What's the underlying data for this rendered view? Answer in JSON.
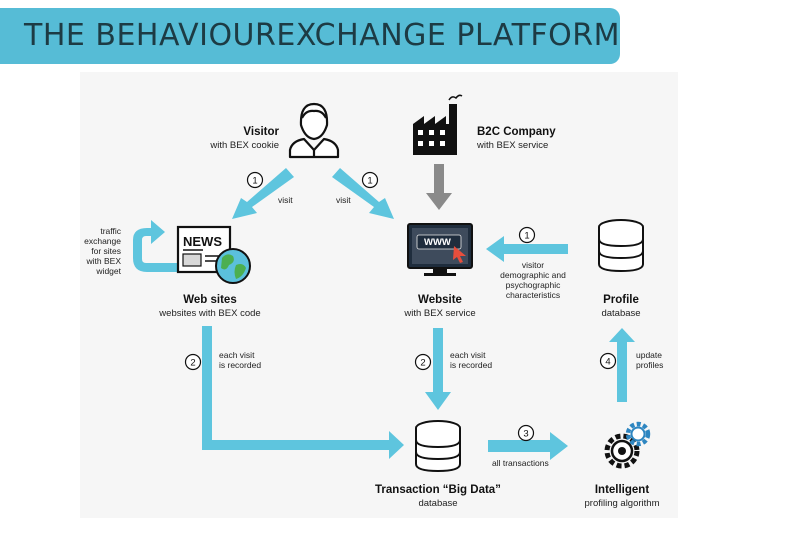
{
  "title": "THE BEHAVIOUREXCHANGE PLATFORM",
  "nodes": {
    "visitor": {
      "title": "Visitor",
      "subtitle": "with BEX cookie"
    },
    "company": {
      "title": "B2C Company",
      "subtitle": "with BEX service"
    },
    "websites": {
      "title": "Web sites",
      "subtitle": "websites with BEX code"
    },
    "website": {
      "title": "Website",
      "subtitle": "with BEX service"
    },
    "profile": {
      "title": "Profile",
      "subtitle": "database"
    },
    "bigdata": {
      "title": "Transaction “Big Data”",
      "subtitle": "database"
    },
    "intelligent": {
      "title": "Intelligent",
      "subtitle": "profiling algorithm"
    }
  },
  "icon_text": {
    "news": "NEWS",
    "www": "WWW"
  },
  "edges": {
    "visit_left": {
      "step": "1",
      "label": "visit"
    },
    "visit_right": {
      "step": "1",
      "label": "visit"
    },
    "profile_to_website": {
      "step": "1",
      "label_lines": [
        "visitor",
        "demographic and",
        "psychographic",
        "characteristics"
      ]
    },
    "websites_record": {
      "step": "2",
      "label_lines": [
        "each visit",
        "is recorded"
      ]
    },
    "website_record": {
      "step": "2",
      "label_lines": [
        "each visit",
        "is recorded"
      ]
    },
    "transactions": {
      "step": "3",
      "label": "all transactions"
    },
    "update": {
      "step": "4",
      "label_lines": [
        "update",
        "profiles"
      ]
    }
  },
  "traffic_note": [
    "traffic",
    "exchange",
    "for sites",
    "with BEX",
    "widget"
  ],
  "colors": {
    "banner": "#56bcd6",
    "arrow": "#5ec5de",
    "gray_arrow": "#8a8a8a",
    "panel": "#f6f6f6",
    "ink": "#111111"
  }
}
